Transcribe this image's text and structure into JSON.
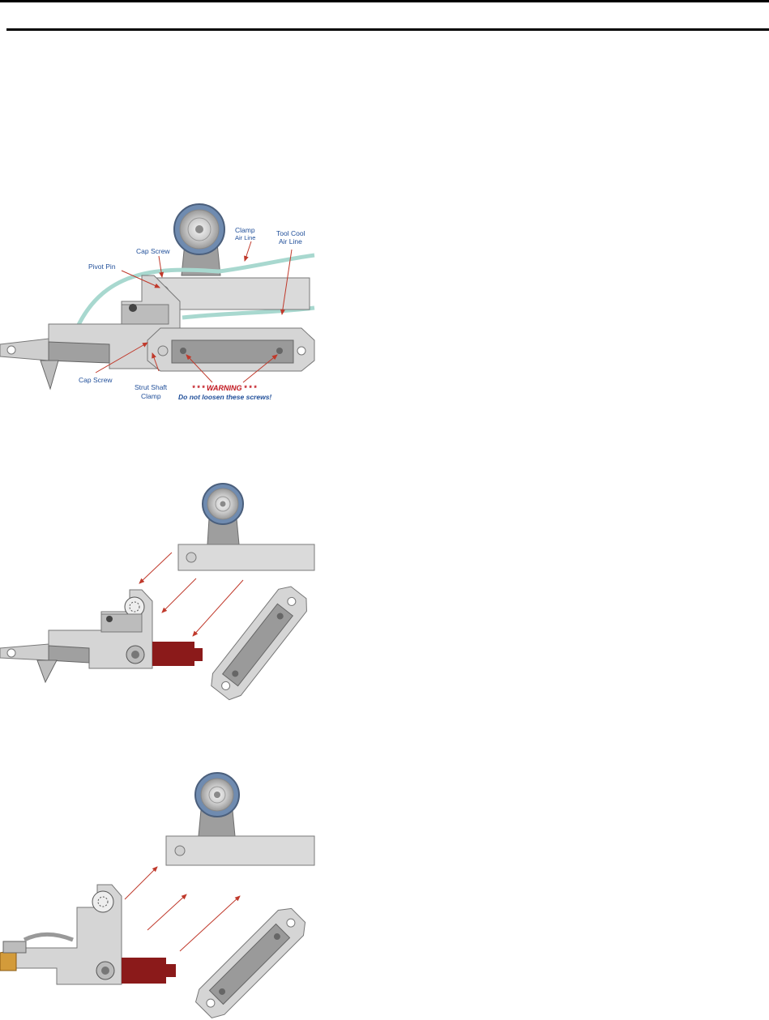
{
  "colors": {
    "steel": "#d9d9d9",
    "steel_dark": "#8c8c8c",
    "outline": "#6e6e6e",
    "bellows": "#8b1a1a",
    "air_line": "#bfe6df",
    "label_blue": "#1f4e99",
    "arrow_red": "#c0392b",
    "brass": "#d39b3a",
    "warning_red": "#c0141c"
  },
  "icons": {
    "roller": "roller-wheel-icon",
    "bolt": "cap-screw-icon",
    "bellows": "bellows-icon"
  },
  "figure1": {
    "labels": {
      "clamp_air_line_1": "Clamp",
      "clamp_air_line_2": "Air Line",
      "tool_cool_1": "Tool Cool",
      "tool_cool_2": "Air Line",
      "cap_screw_top": "Cap Screw",
      "pivot_pin": "Pivot Pin",
      "cap_screw_bottom": "Cap Screw",
      "strut_shaft_1": "Strut Shaft",
      "strut_shaft_2": "Clamp",
      "warning": "* * * WARNING * * *",
      "warning_note": "Do not loosen these screws!"
    }
  }
}
